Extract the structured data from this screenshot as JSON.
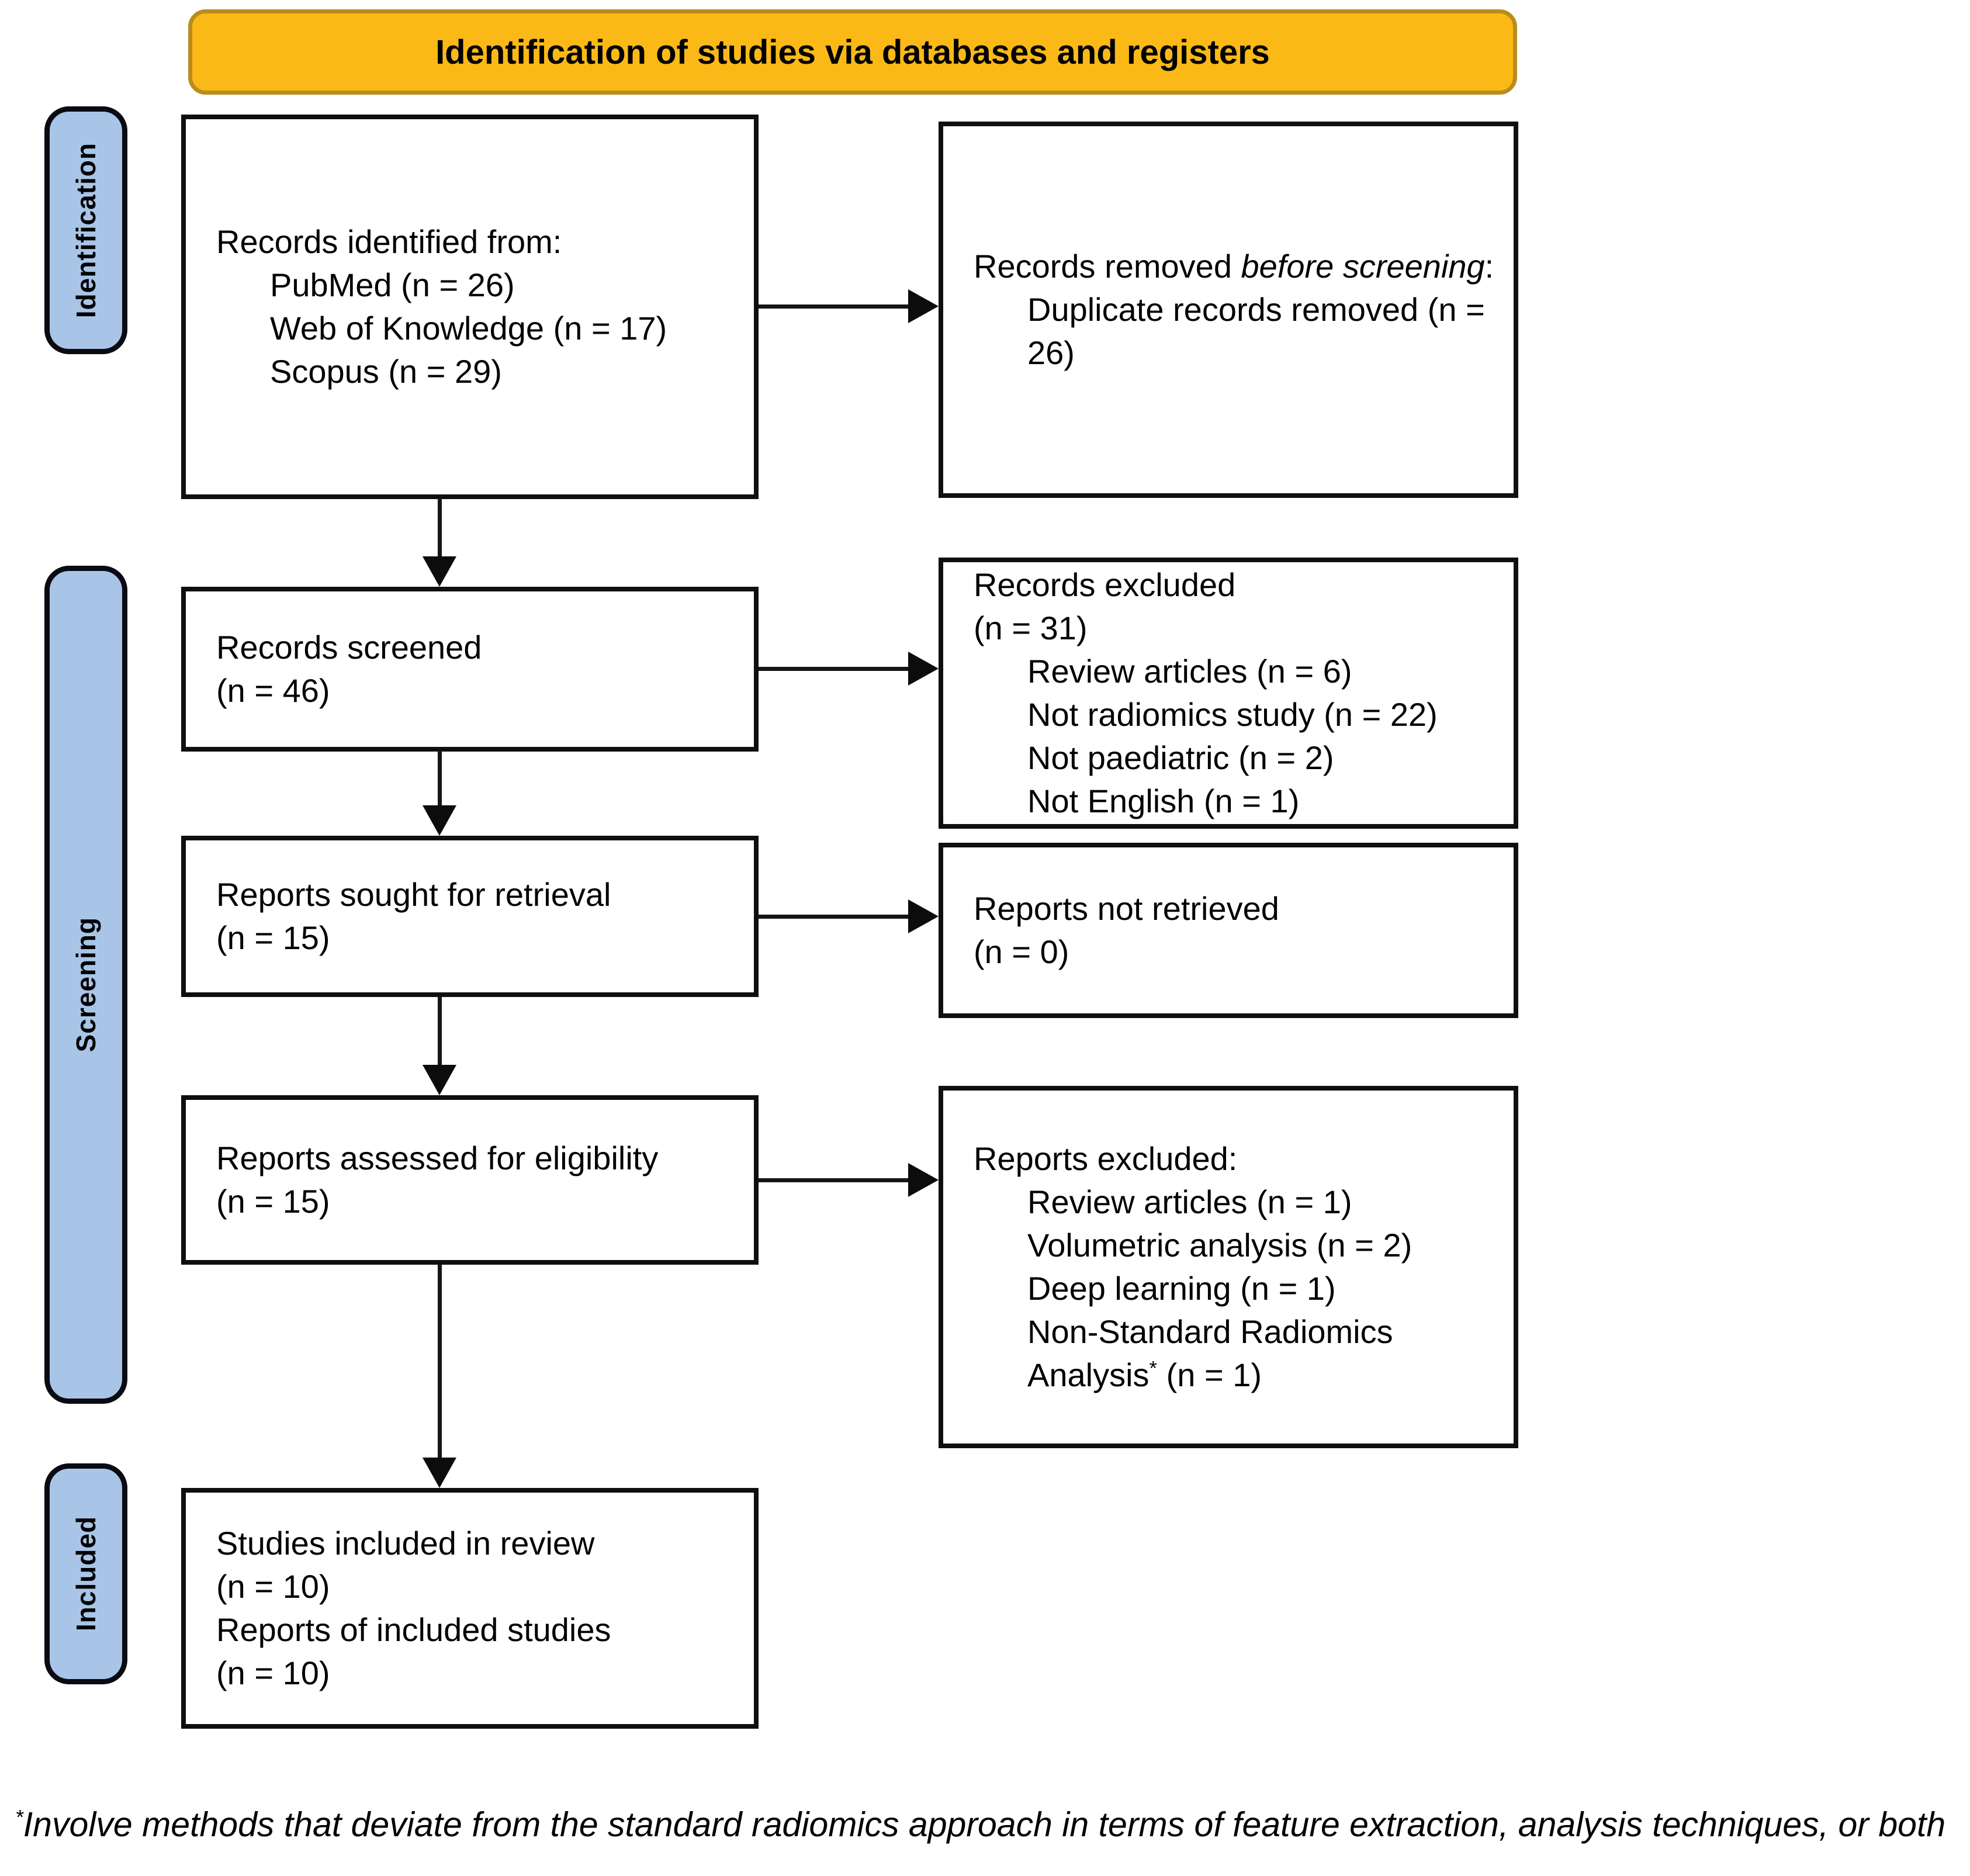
{
  "header": {
    "title": "Identification of studies via databases and registers"
  },
  "stages": {
    "identification": "Identification",
    "screening": "Screening",
    "included": "Included"
  },
  "colors": {
    "banner_fill": "#fbb917",
    "banner_border": "#b98c1e",
    "stage_fill": "#a8c5e8",
    "box_border": "#0f0f0f",
    "arrow": "#0c0c0c"
  },
  "boxes": {
    "records_identified": {
      "title": "Records identified from:",
      "items": [
        "PubMed (n = 26)",
        "Web of Knowledge (n = 17)",
        "Scopus (n = 29)"
      ]
    },
    "records_removed": {
      "prefix": "Records removed ",
      "italic": "before screening",
      "suffix": ":",
      "items": [
        "Duplicate records removed (n = 26)"
      ]
    },
    "records_screened": {
      "line1": "Records screened",
      "line2": "(n = 46)"
    },
    "records_excluded": {
      "line1": "Records excluded",
      "line2": "(n = 31)",
      "items": [
        "Review articles (n = 6)",
        "Not radiomics study (n = 22)",
        "Not paediatric (n = 2)",
        "Not English (n = 1)"
      ]
    },
    "reports_sought": {
      "line1": "Reports sought for retrieval",
      "line2": "(n = 15)"
    },
    "reports_not_retrieved": {
      "line1": "Reports not retrieved",
      "line2": "(n = 0)"
    },
    "reports_assessed": {
      "line1": "Reports assessed for eligibility",
      "line2": "(n = 15)"
    },
    "reports_excluded": {
      "title": "Reports excluded:",
      "items": [
        "Review articles (n = 1)",
        "Volumetric analysis (n = 2)",
        "Deep learning (n = 1)"
      ],
      "last_item_line1": "Non-Standard Radiomics",
      "last_item_line2_pre": "Analysis",
      "last_item_sup": "*",
      "last_item_line2_post": " (n = 1)"
    },
    "studies_included": {
      "line1": "Studies included in review",
      "line2": "(n = 10)",
      "line3": "Reports of included studies",
      "line4": "(n = 10)"
    }
  },
  "footnote": {
    "sup": "*",
    "text": "Involve methods that deviate from the standard radiomics approach in terms of feature extraction, analysis techniques, or both"
  }
}
